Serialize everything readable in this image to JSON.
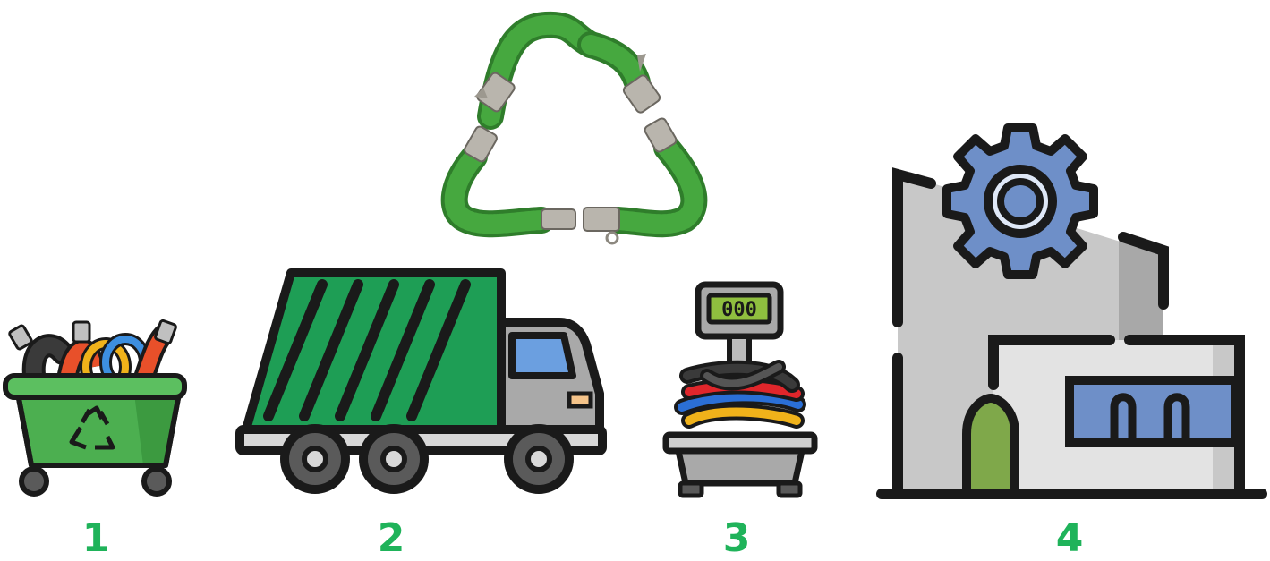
{
  "steps": [
    {
      "number": "1",
      "icon": "hose-recycling-bin-icon"
    },
    {
      "number": "2",
      "icon": "garbage-truck-icon"
    },
    {
      "number": "3",
      "icon": "hose-weighing-scale-icon"
    },
    {
      "number": "4",
      "icon": "factory-gear-icon"
    }
  ],
  "cycle_icon": "hose-recycle-triangle-icon",
  "scale_display": "000",
  "colors": {
    "number_green": "#1fb35a",
    "hose_green": "#3b9b35",
    "bin_green": "#4caf50",
    "truck_green": "#1e9e55",
    "outline": "#1a1a1a",
    "gear_blue": "#6e8fc8",
    "factory_gray": "#c8c8c8"
  }
}
